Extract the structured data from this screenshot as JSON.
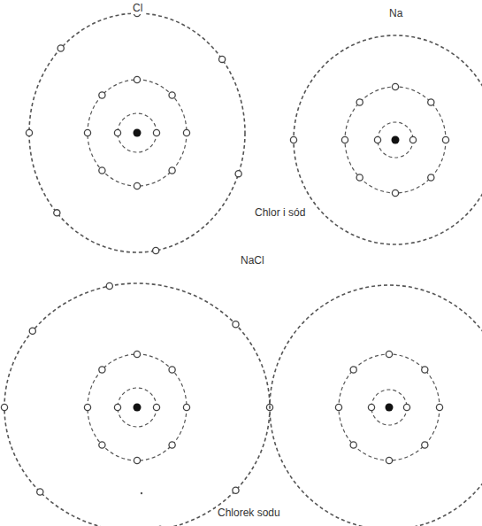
{
  "diagram": {
    "labels": [
      "Cl",
      "Na",
      "Chlor i sód",
      "NaCl",
      "Chlorek sodu"
    ]
  }
}
